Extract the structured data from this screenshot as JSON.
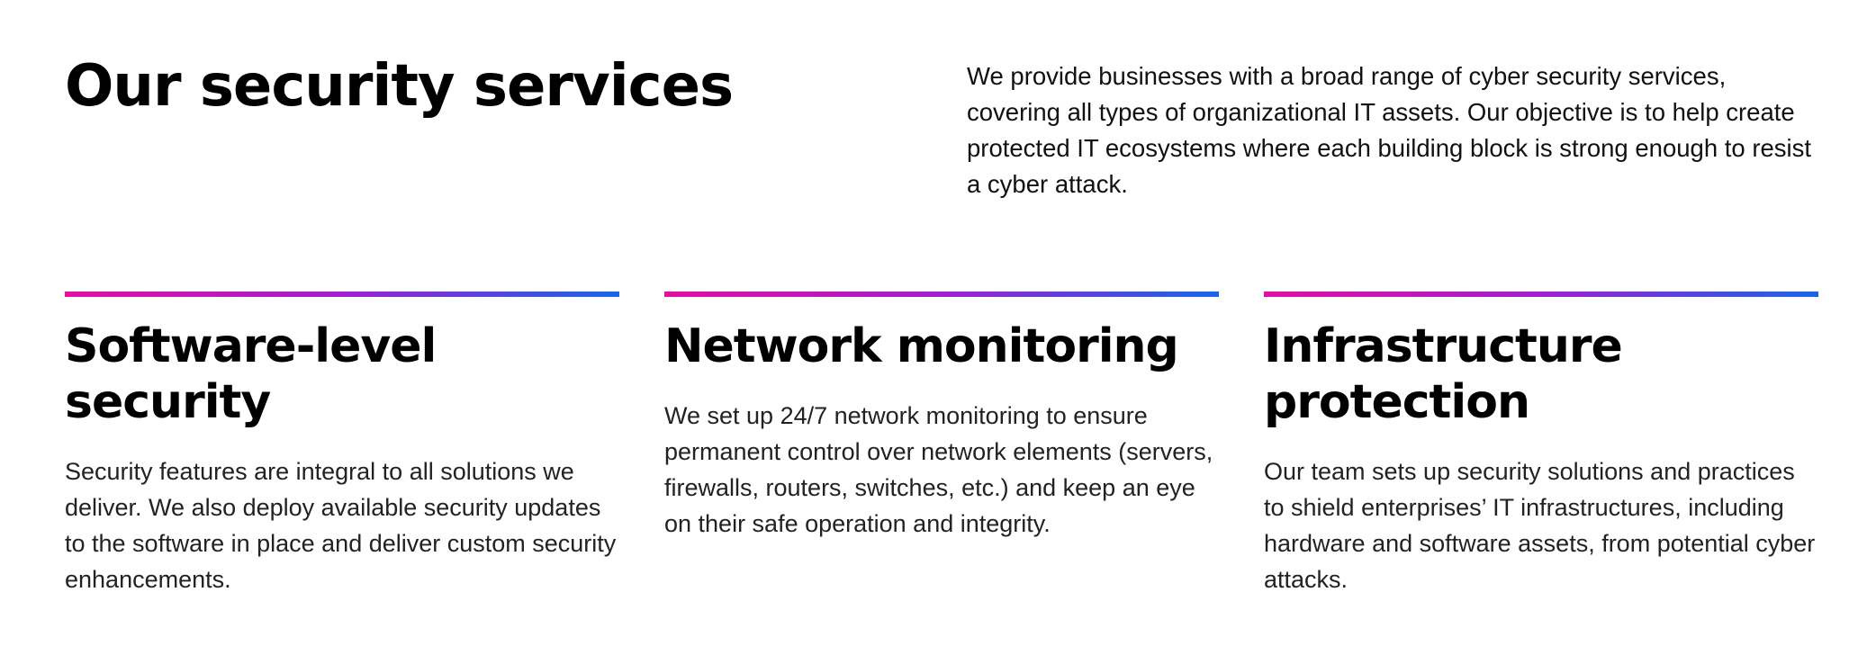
{
  "header": {
    "title": "Our security services",
    "intro": "We provide businesses with a broad range of cyber security services, covering all types of organizational IT assets. Our objective is to help create protected IT ecosystems where each building block is strong enough to resist a cyber attack."
  },
  "colors": {
    "gradient_start": "#e4109f",
    "gradient_mid": "#a01fd0",
    "gradient_end": "#1766e8"
  },
  "cards": [
    {
      "title": "Software-level security",
      "text": "Security features are integral to all solutions we deliver. We also deploy available security updates to the software in place and deliver custom security enhancements."
    },
    {
      "title": "Network monitoring",
      "text": "We set up 24/7 network monitoring to ensure permanent control over network elements (servers, firewalls, routers, switches, etc.) and keep an eye on their safe operation and integrity."
    },
    {
      "title": "Infrastructure protection",
      "text": "Our team sets up security solutions and practices to shield enterprises’ IT infrastructures, including hardware and software assets, from potential cyber attacks."
    }
  ]
}
